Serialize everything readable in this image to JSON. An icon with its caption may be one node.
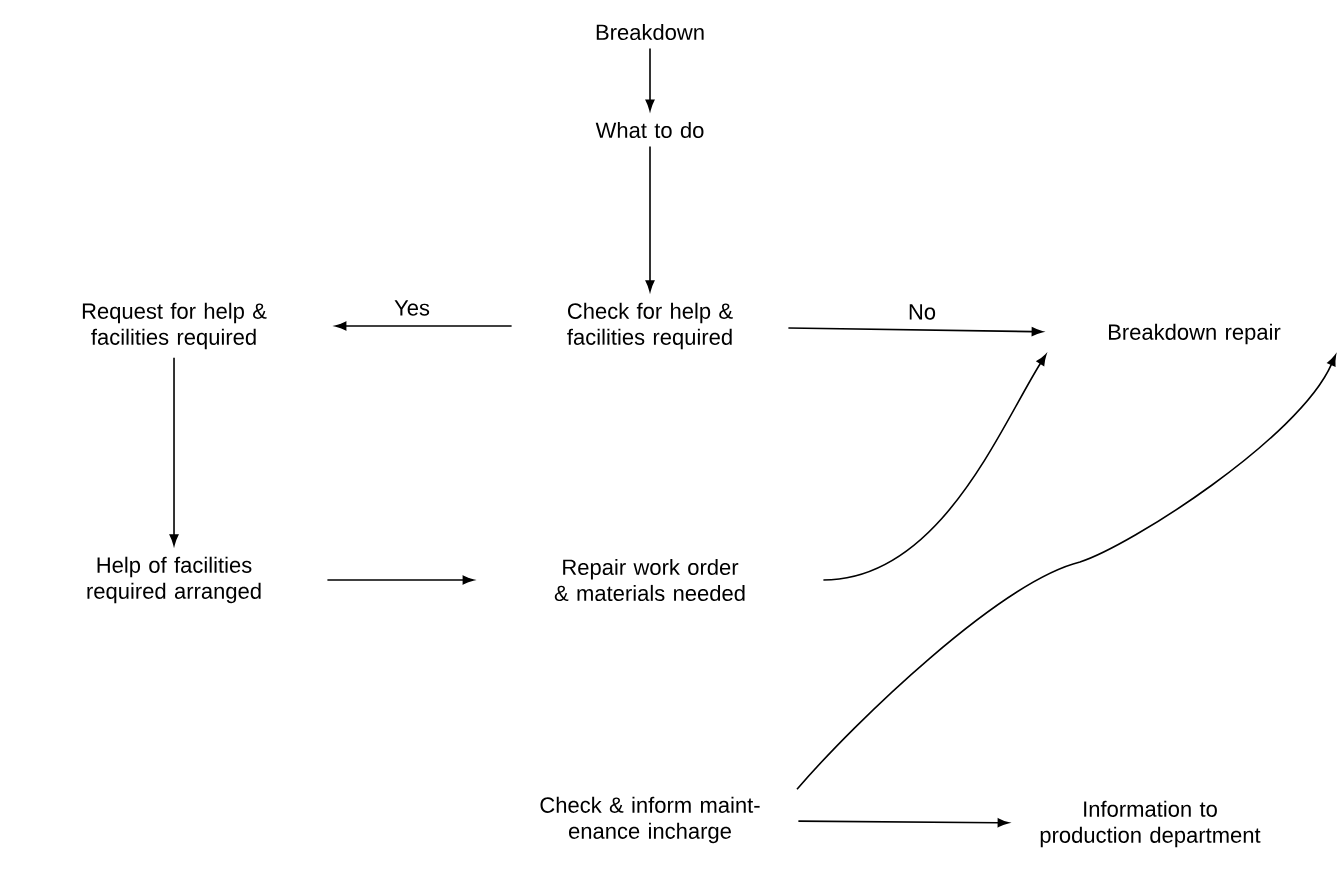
{
  "diagram": {
    "nodes": [
      {
        "text": [
          "Breakdown"
        ]
      },
      {
        "text": [
          "What to do"
        ]
      },
      {
        "text": [
          "Request for help & facilities required"
        ]
      },
      {
        "text": [
          "Check for help & facilities required"
        ]
      },
      {
        "text": [
          "Breakdown repair"
        ]
      },
      {
        "text": [
          "Help of facilities required arranged"
        ]
      },
      {
        "text": [
          "Repair work order & materials needed"
        ]
      },
      {
        "text": [
          "Check & inform maint- enance incharge"
        ]
      },
      {
        "text": [
          "Information to production department"
        ]
      }
    ],
    "edges": [
      {
        "from": 0,
        "to": 1,
        "arrow": "to"
      },
      {
        "from": 1,
        "to": 3,
        "arrow": "to"
      },
      {
        "from": 3,
        "to": 2,
        "arrow": "to",
        "label": "Yes"
      },
      {
        "from": 3,
        "to": 4,
        "arrow": "to",
        "label": "No"
      },
      {
        "from": 2,
        "to": 5,
        "arrow": "to"
      },
      {
        "from": 5,
        "to": 6,
        "arrow": "to"
      },
      {
        "from": 6,
        "to": 4,
        "arrow": "to"
      },
      {
        "from": 7,
        "to": 4,
        "arrow": "to"
      },
      {
        "from": 7,
        "to": 8,
        "arrow": "to"
      }
    ]
  }
}
